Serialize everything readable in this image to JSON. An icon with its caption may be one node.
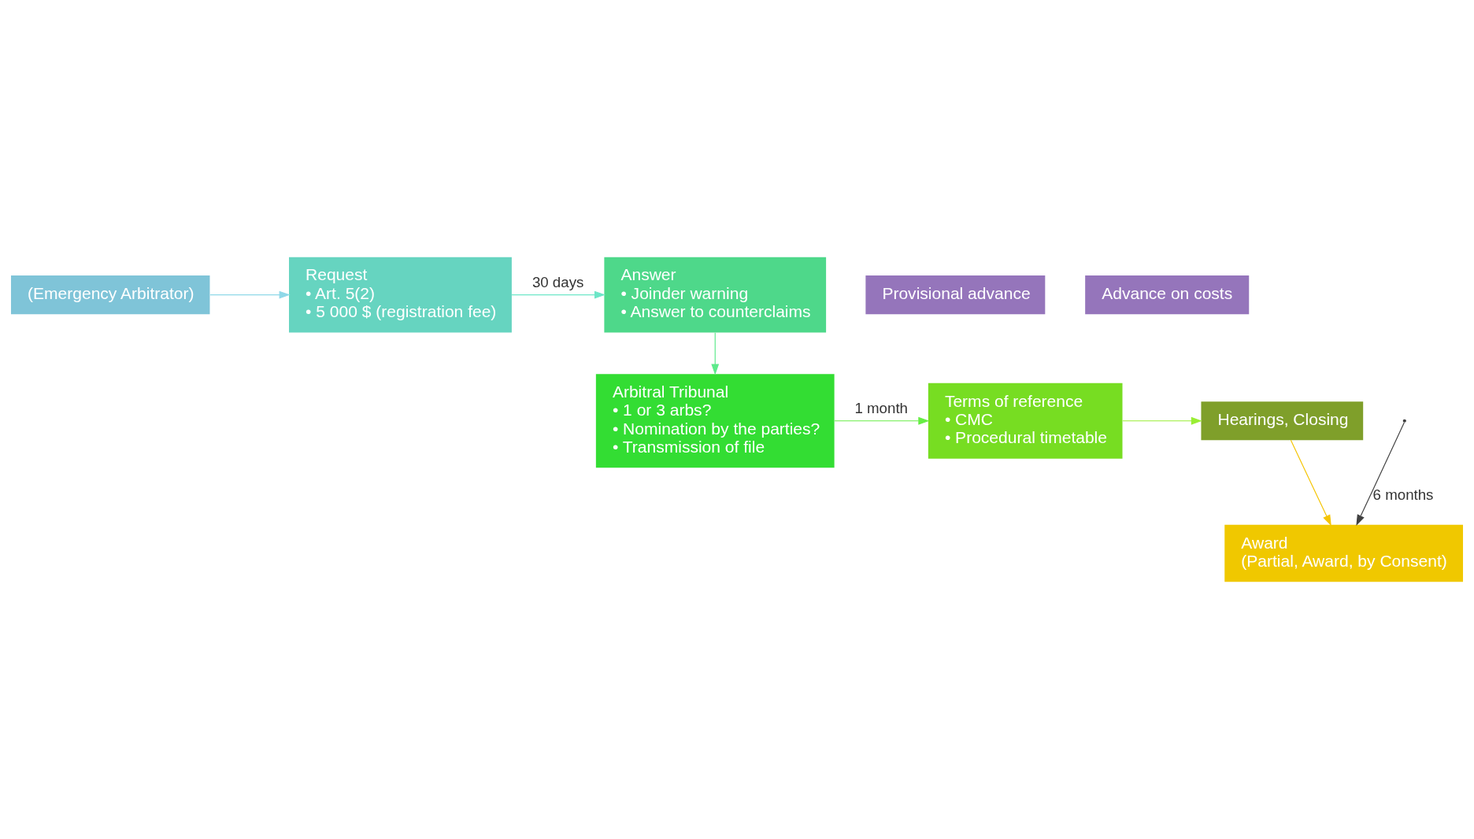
{
  "diagram": {
    "nodes": [
      {
        "text": [
          "(Emergency Arbitrator)"
        ]
      },
      {
        "text": [
          "Request",
          "• Art. 5(2)",
          "• 5 000 $ (registration fee)"
        ]
      },
      {
        "text": [
          "Answer",
          "• Joinder warning",
          "• Answer to counterclaims"
        ]
      },
      {
        "text": [
          "Provisional advance"
        ]
      },
      {
        "text": [
          "Advance on costs"
        ]
      },
      {
        "text": [
          "Arbitral Tribunal",
          "• 1 or 3 arbs?",
          "• Nomination by the parties?",
          "• Transmission of file"
        ]
      },
      {
        "text": [
          "Terms of reference",
          "• CMC",
          "• Procedural timetable"
        ]
      },
      {
        "text": [
          "Hearings, Closing"
        ]
      },
      {
        "text": [
          "Award",
          "(Partial, Award, by Consent)"
        ]
      }
    ],
    "edges": [
      {
        "from": 0,
        "to": 1,
        "arrow": "to",
        "color": "#8fd8e8"
      },
      {
        "from": 1,
        "to": 2,
        "arrow": "to",
        "label": "30 days",
        "color": "#6ee6c8"
      },
      {
        "from": 2,
        "to": 5,
        "arrow": "to",
        "color": "#5cea8a"
      },
      {
        "from": 5,
        "to": 6,
        "arrow": "to",
        "label": "1 month",
        "color": "#66ee44"
      },
      {
        "from": 6,
        "to": 7,
        "arrow": "to",
        "color": "#99ee33"
      },
      {
        "from": 7,
        "to": 8,
        "arrow": "to",
        "color": "#f5c400"
      },
      {
        "from": null,
        "to": 8,
        "arrow": "to",
        "label": "6 months",
        "color": "#404040"
      }
    ]
  }
}
